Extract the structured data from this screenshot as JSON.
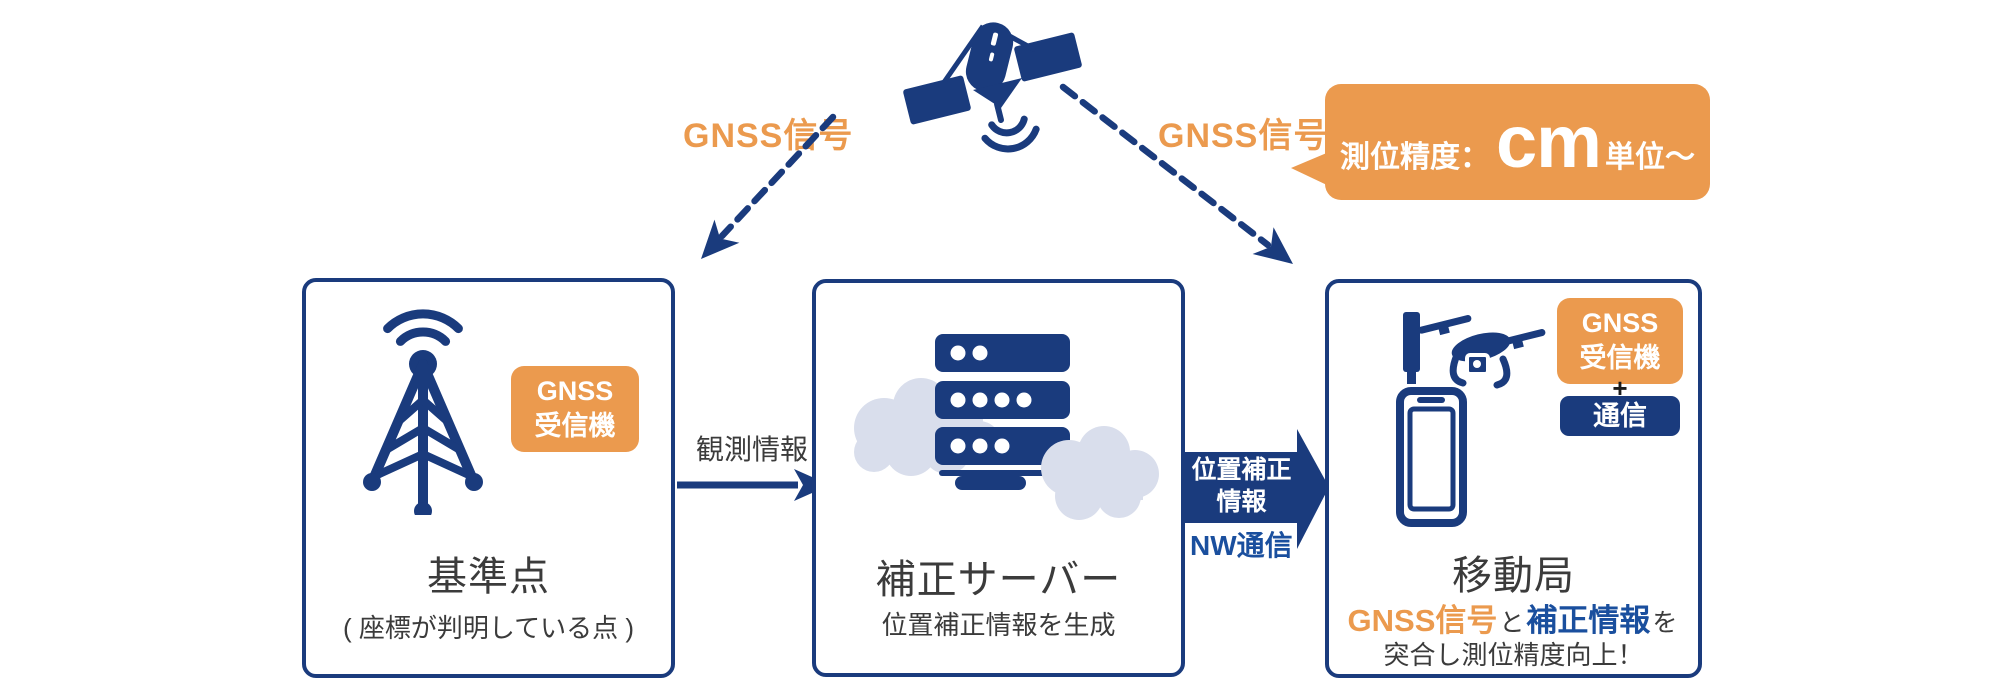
{
  "colors": {
    "navy": "#1a3b7d",
    "orange": "#eb9a4e",
    "bright_blue": "#1a4f9e",
    "text_dark": "#3b3b3b",
    "cloud": "#d9deec",
    "background": "#ffffff"
  },
  "icons": {
    "satellite": "satellite-icon",
    "base_station": "radio-tower-icon",
    "server": "server-cloud-icon",
    "rover": "smartphone-drone-icon"
  },
  "sky": {
    "signal_left": "GNSS信号",
    "signal_right": "GNSS信号"
  },
  "bubble": {
    "prefix": "測位精度：",
    "big": "cm",
    "suffix": "単位〜"
  },
  "boxes": {
    "base": {
      "badge": {
        "line1": "GNSS",
        "line2": "受信機"
      },
      "title": "基準点",
      "subtitle": "( 座標が判明している点 )"
    },
    "server": {
      "title": "補正サーバー",
      "subtitle": "位置補正情報を生成"
    },
    "rover": {
      "badge": {
        "line1": "GNSS",
        "line2": "受信機"
      },
      "plus": "+",
      "comm_badge": "通信",
      "title": "移動局",
      "result": {
        "part1": "GNSS信号",
        "part2": "と",
        "part3": "補正情報",
        "part4": "を"
      },
      "result_line2": "突合し測位精度向上！"
    }
  },
  "arrows": {
    "observation_label": "観測情報",
    "correction_line1": "位置補正",
    "correction_line2": "情報",
    "nw_label": "NW通信"
  }
}
